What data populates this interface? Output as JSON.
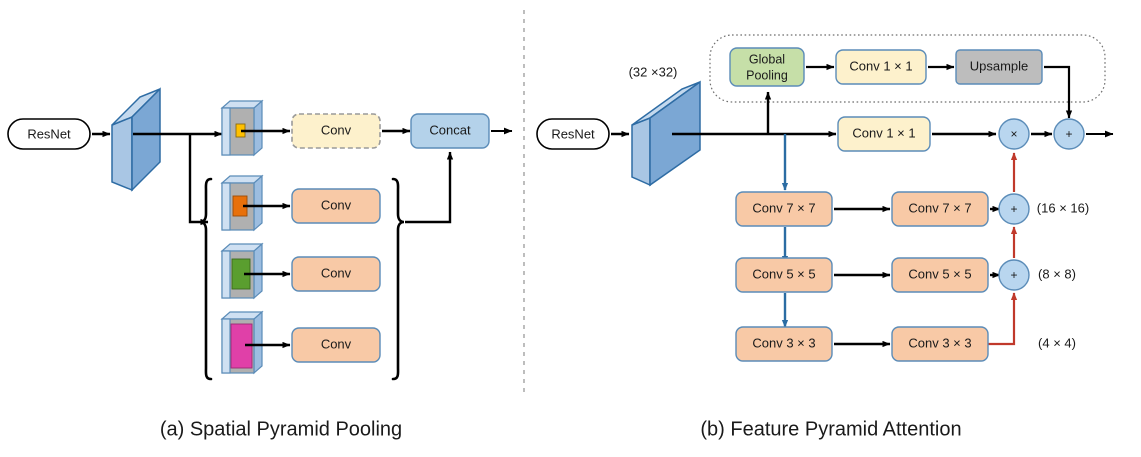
{
  "figure": {
    "panels": [
      {
        "id": "a",
        "caption": "(a) Spatial Pyramid Pooling",
        "input_label": "ResNet",
        "branches": [
          {
            "pool_color": "#ffc000",
            "conv_label": "Conv",
            "style": "dashed-yellow"
          },
          {
            "pool_color": "#e8700a",
            "conv_label": "Conv",
            "style": "solid-orange"
          },
          {
            "pool_color": "#5a9e2f",
            "conv_label": "Conv",
            "style": "solid-orange"
          },
          {
            "pool_color": "#e040a8",
            "conv_label": "Conv",
            "style": "solid-orange"
          }
        ],
        "merge_label": "Concat"
      },
      {
        "id": "b",
        "caption": "(b) Feature Pyramid Attention",
        "input_label": "ResNet",
        "input_dim": "(32 ×32)",
        "global_branch": {
          "pooling_label": "Global Pooling",
          "pooling_line1": "Global",
          "pooling_line2": "Pooling",
          "conv_label": "Conv 1 × 1",
          "upsample_label": "Upsample"
        },
        "main_conv_label": "Conv 1 × 1",
        "pyramid_rows": [
          {
            "left_label": "Conv 7 × 7",
            "right_label": "Conv 7 × 7",
            "dim": "(16 × 16)"
          },
          {
            "left_label": "Conv 5 × 5",
            "right_label": "Conv 5 × 5",
            "dim": "(8 × 8)"
          },
          {
            "left_label": "Conv 3 × 3",
            "right_label": "Conv 3 × 3",
            "dim": "(4 × 4)"
          }
        ],
        "operators": {
          "multiply": "×",
          "add": "+"
        }
      }
    ]
  },
  "colors": {
    "block_face": "#7ba7d4",
    "block_side": "#a9c6e4",
    "block_top": "#c4d9ee",
    "block_stroke": "#2e6ca4",
    "conv_orange_fill": "#f8c9a6",
    "conv_orange_stroke": "#5b8cb8",
    "conv_yellow_fill": "#fdf1cc",
    "conv_yellow_stroke": "#9a9a9a",
    "concat_blue_fill": "#b4d2ea",
    "concat_blue_stroke": "#5b8cb8",
    "green_fill": "#c6dfa8",
    "green_stroke": "#5b8cb8",
    "gray_fill": "#bdbdbd",
    "gray_stroke": "#5b8cb8",
    "circle_fill": "#b9d6ef",
    "circle_stroke": "#5b8cb8",
    "arrow_black": "#000000",
    "arrow_blue": "#2b6ca3",
    "arrow_red": "#c0392b",
    "map_gray": "#b0b0b0",
    "map_edge": "#8fb4d6",
    "divider": "#9a9a9a"
  }
}
